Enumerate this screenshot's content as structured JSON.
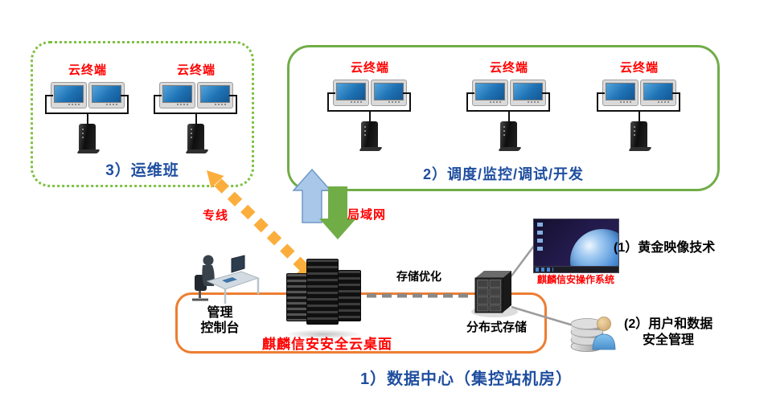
{
  "zones": {
    "ops": {
      "label": "3）运维班",
      "terminals": [
        "云终端",
        "云终端"
      ]
    },
    "dispatch": {
      "label": "2）调度/监控/调试/开发",
      "terminals": [
        "云终端",
        "云终端",
        "云终端"
      ]
    },
    "datacenter_title": "1）数据中心（集控站机房）"
  },
  "links": {
    "private_line": "专线",
    "lan": "局域网",
    "storage_optimization": "存储优化"
  },
  "datacenter": {
    "console_line1": "管理",
    "console_line2": "控制台",
    "cloud_desktop": "麒麟信安安全云桌面",
    "distributed_storage": "分布式存储"
  },
  "features": {
    "os_label": "麒麟信安操作系统",
    "golden_image": "(1）黄金映像技术",
    "user_data_line1": "(2）用户和数据",
    "user_data_line2": "安全管理"
  },
  "colors": {
    "zone_green": "#70AD47",
    "zone_green_dotted": "#7EC142",
    "datacenter_orange": "#ED7D31",
    "arrow_orange": "#FBAE3C",
    "arrow_blue": "#A9C7E9",
    "arrow_green": "#70AD47",
    "label_red": "#FF0000",
    "label_blue": "#1F4E9F"
  }
}
